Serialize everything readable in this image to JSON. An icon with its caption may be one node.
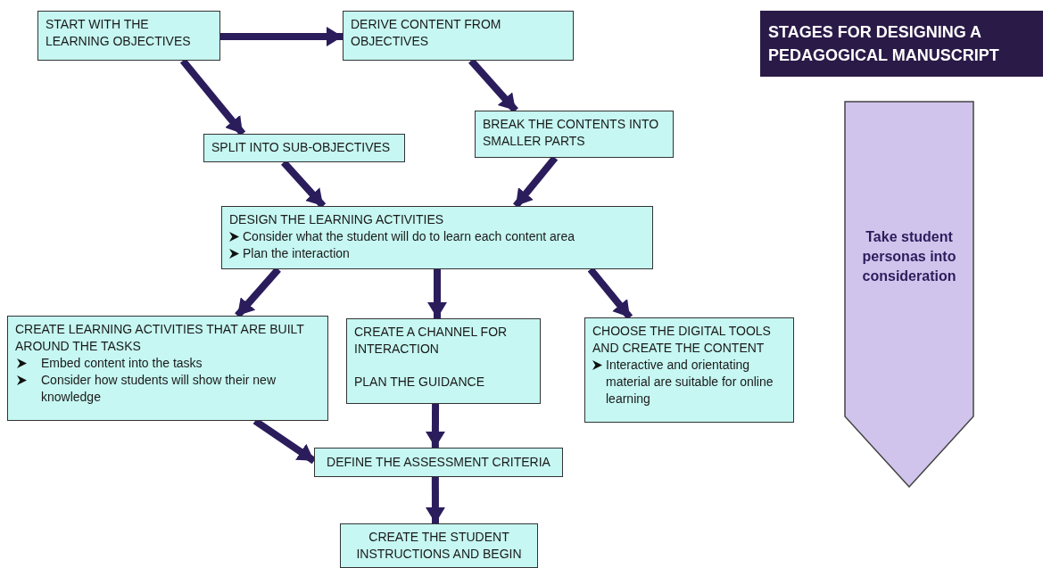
{
  "diagram": {
    "title": "STAGES FOR DESIGNING A PEDAGOGICAL MANUSCRIPT",
    "nodes": [
      {
        "text": [
          "START WITH THE LEARNING OBJECTIVES"
        ]
      },
      {
        "text": [
          "DERIVE CONTENT FROM OBJECTIVES"
        ]
      },
      {
        "text": [
          "SPLIT INTO SUB-OBJECTIVES"
        ]
      },
      {
        "text": [
          "BREAK THE CONTENTS INTO SMALLER PARTS"
        ]
      },
      {
        "text": [
          "DESIGN THE LEARNING ACTIVITIES",
          "Consider what the student will do to learn each content area",
          "Plan the interaction"
        ]
      },
      {
        "text": [
          "CREATE LEARNING ACTIVITIES THAT ARE BUILT AROUND THE TASKS",
          "Embed content into the tasks",
          "Consider how students will show their new knowledge"
        ]
      },
      {
        "text": [
          "CREATE A CHANNEL FOR INTERACTION",
          "PLAN THE GUIDANCE"
        ]
      },
      {
        "text": [
          "CHOOSE THE DIGITAL TOOLS AND CREATE THE CONTENT",
          "Interactive and orientating material are suitable for online learning"
        ]
      },
      {
        "text": [
          "DEFINE THE ASSESSMENT CRITERIA"
        ]
      },
      {
        "text": [
          "CREATE THE STUDENT INSTRUCTIONS AND BEGIN"
        ]
      },
      {
        "text": [
          "Take student personas into consideration"
        ]
      }
    ],
    "edges": [
      {
        "from": 0,
        "to": 1,
        "arrow": "to"
      },
      {
        "from": 0,
        "to": 2,
        "arrow": "to"
      },
      {
        "from": 1,
        "to": 3,
        "arrow": "to"
      },
      {
        "from": 2,
        "to": 4,
        "arrow": "to"
      },
      {
        "from": 3,
        "to": 4,
        "arrow": "to"
      },
      {
        "from": 4,
        "to": 5,
        "arrow": "to"
      },
      {
        "from": 4,
        "to": 6,
        "arrow": "to"
      },
      {
        "from": 4,
        "to": 7,
        "arrow": "to"
      },
      {
        "from": 5,
        "to": 8,
        "arrow": "to"
      },
      {
        "from": 6,
        "to": 8,
        "arrow": "to"
      },
      {
        "from": 8,
        "to": 9,
        "arrow": "to"
      }
    ]
  }
}
